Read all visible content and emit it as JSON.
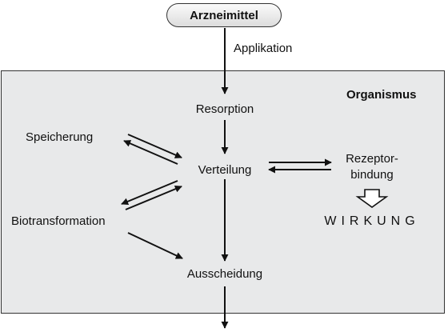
{
  "top_node": "Arzneimittel",
  "edge_application": "Applikation",
  "container_label": "Organismus",
  "nodes": {
    "resorption": "Resorption",
    "speicherung": "Speicherung",
    "verteilung": "Verteilung",
    "rezeptor_line1": "Rezeptor-",
    "rezeptor_line2": "bindung",
    "wirkung": "WIRKUNG",
    "biotransformation": "Biotransformation",
    "ausscheidung": "Ausscheidung"
  },
  "colors": {
    "box_fill": "#e8e9ea",
    "stroke": "#111111"
  }
}
